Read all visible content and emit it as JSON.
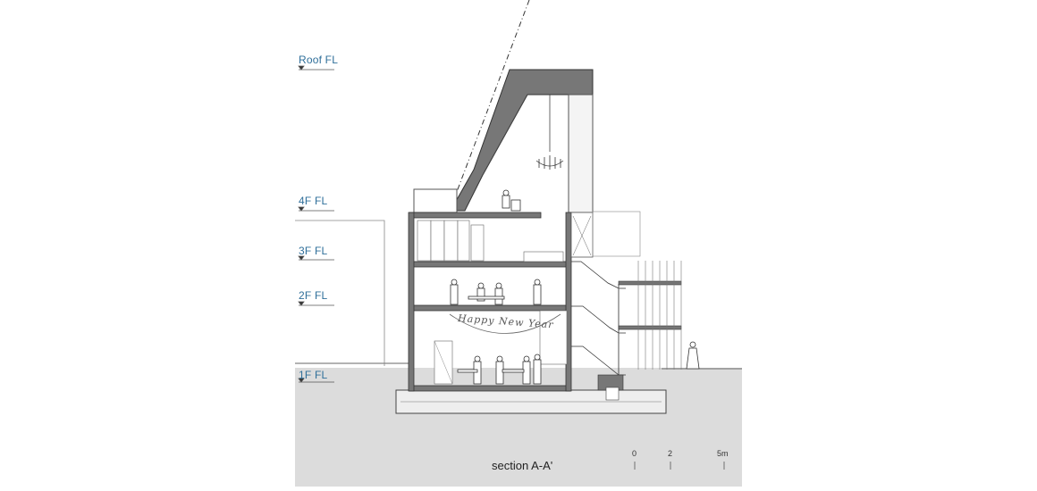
{
  "levels": [
    {
      "key": "roof",
      "label": "Roof FL"
    },
    {
      "key": "4f",
      "label": "4F FL"
    },
    {
      "key": "3f",
      "label": "3F FL"
    },
    {
      "key": "2f",
      "label": "2F FL"
    },
    {
      "key": "1f",
      "label": "1F FL"
    }
  ],
  "caption": "section A-A'",
  "scale_bar": {
    "ticks": [
      "0",
      "2",
      "5m"
    ]
  },
  "banner": "Happy New Year",
  "colors": {
    "wall": "#777777",
    "ground": "#dcdcdc",
    "level_label": "#2f6f9a",
    "line": "#444444"
  }
}
